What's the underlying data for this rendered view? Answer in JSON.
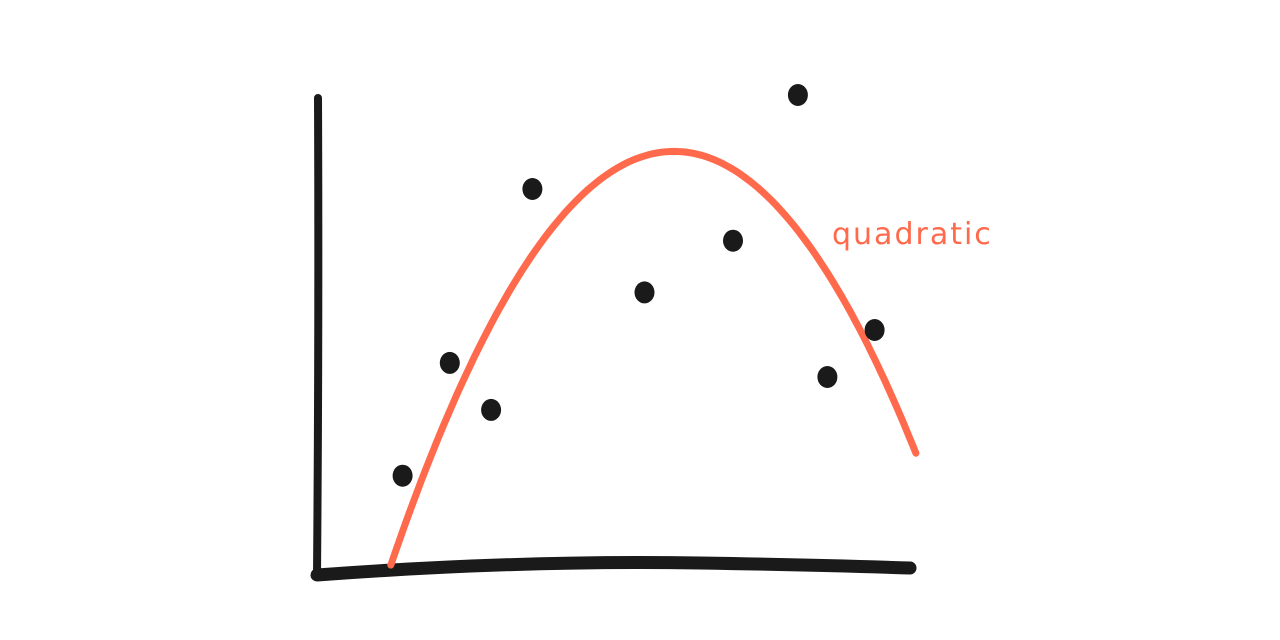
{
  "chart_data": {
    "type": "scatter",
    "title": "",
    "xlabel": "",
    "ylabel": "",
    "xlim": [
      0,
      10
    ],
    "ylim": [
      0,
      10
    ],
    "grid": false,
    "axis_ticks": false,
    "points": [
      {
        "x": 1.4,
        "y": 1.9
      },
      {
        "x": 2.2,
        "y": 4.3
      },
      {
        "x": 2.9,
        "y": 3.3
      },
      {
        "x": 3.6,
        "y": 8.0
      },
      {
        "x": 5.5,
        "y": 5.8
      },
      {
        "x": 7.0,
        "y": 6.9
      },
      {
        "x": 8.1,
        "y": 10.0
      },
      {
        "x": 8.6,
        "y": 4.0
      },
      {
        "x": 9.4,
        "y": 5.0
      }
    ],
    "fit": {
      "type": "quadratic",
      "label": "quadratic",
      "color": "#ff6a4d",
      "x_range": [
        1.2,
        10.1
      ],
      "vertex": {
        "x": 6.0,
        "y": 8.8
      },
      "a": -0.382
    },
    "colors": {
      "points": "#1a1a1a",
      "axes": "#1a1a1a",
      "curve": "#ff6a4d"
    }
  }
}
